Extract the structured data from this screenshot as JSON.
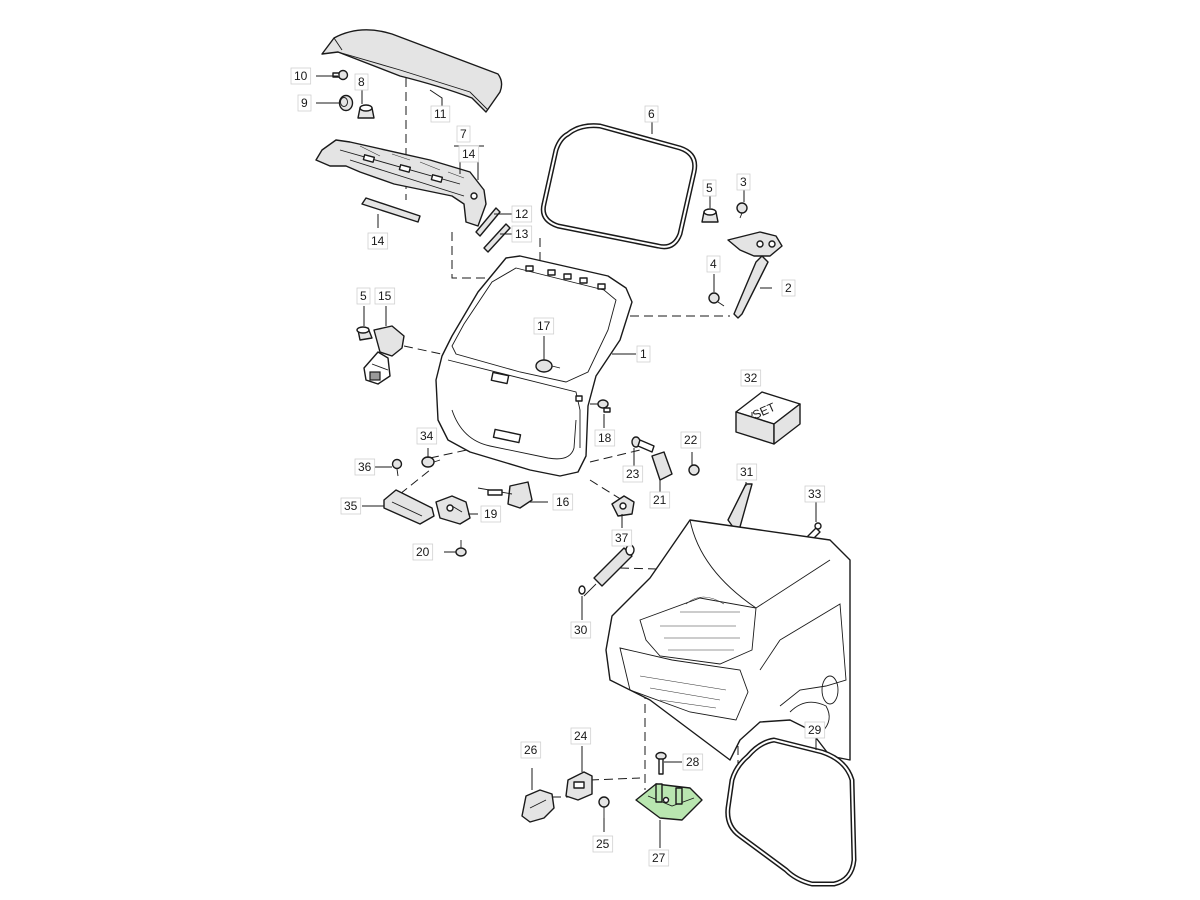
{
  "diagram": {
    "type": "exploded-parts-diagram",
    "set_text": "SET",
    "callouts": [
      {
        "id": "c1",
        "text": "1"
      },
      {
        "id": "c2",
        "text": "2"
      },
      {
        "id": "c3",
        "text": "3"
      },
      {
        "id": "c4",
        "text": "4"
      },
      {
        "id": "c5a",
        "text": "5"
      },
      {
        "id": "c5b",
        "text": "5"
      },
      {
        "id": "c6",
        "text": "6"
      },
      {
        "id": "c7",
        "text": "7"
      },
      {
        "id": "c14a",
        "text": "14"
      },
      {
        "id": "c8",
        "text": "8"
      },
      {
        "id": "c9",
        "text": "9"
      },
      {
        "id": "c10",
        "text": "10"
      },
      {
        "id": "c11",
        "text": "11"
      },
      {
        "id": "c12",
        "text": "12"
      },
      {
        "id": "c13",
        "text": "13"
      },
      {
        "id": "c14b",
        "text": "14"
      },
      {
        "id": "c15",
        "text": "15"
      },
      {
        "id": "c16",
        "text": "16"
      },
      {
        "id": "c17",
        "text": "17"
      },
      {
        "id": "c18",
        "text": "18"
      },
      {
        "id": "c19",
        "text": "19"
      },
      {
        "id": "c20",
        "text": "20"
      },
      {
        "id": "c21",
        "text": "21"
      },
      {
        "id": "c22",
        "text": "22"
      },
      {
        "id": "c23",
        "text": "23"
      },
      {
        "id": "c24",
        "text": "24"
      },
      {
        "id": "c25",
        "text": "25"
      },
      {
        "id": "c26",
        "text": "26"
      },
      {
        "id": "c27",
        "text": "27"
      },
      {
        "id": "c28",
        "text": "28"
      },
      {
        "id": "c29",
        "text": "29"
      },
      {
        "id": "c30",
        "text": "30"
      },
      {
        "id": "c31",
        "text": "31"
      },
      {
        "id": "c32",
        "text": "32"
      },
      {
        "id": "c33",
        "text": "33"
      },
      {
        "id": "c34",
        "text": "34"
      },
      {
        "id": "c35",
        "text": "35"
      },
      {
        "id": "c36",
        "text": "36"
      },
      {
        "id": "c37",
        "text": "37"
      }
    ],
    "colors": {
      "line": "#1a1a1a",
      "highlight_part": "#b9e6b0",
      "label_border": "#d0d0d0",
      "background": "#ffffff"
    }
  }
}
